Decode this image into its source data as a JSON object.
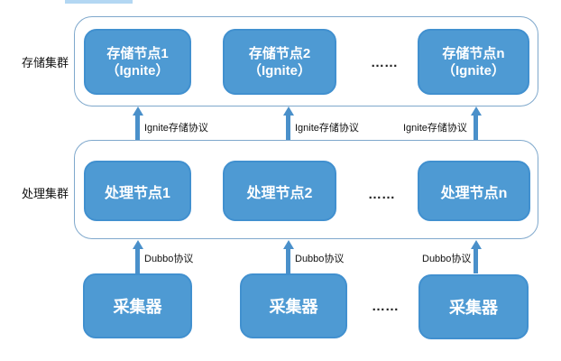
{
  "colors": {
    "node_fill": "#4e9ad3",
    "node_border": "#4190cf",
    "node_text": "#ffffff",
    "cluster_border": "#7fa8cc",
    "arrow": "#4a90ca",
    "label_text": "#111111",
    "strip": "#b3d7f3"
  },
  "storage_cluster": {
    "label": "存储集群",
    "nodes": [
      {
        "line1": "存储节点1",
        "line2": "（Ignite）"
      },
      {
        "line1": "存储节点2",
        "line2": "（Ignite）"
      },
      {
        "line1": "存储节点n",
        "line2": "（Ignite）"
      }
    ],
    "ellipsis": "……"
  },
  "processing_cluster": {
    "label": "处理集群",
    "nodes": [
      {
        "label": "处理节点1"
      },
      {
        "label": "处理节点2"
      },
      {
        "label": "处理节点n"
      }
    ],
    "ellipsis": "……"
  },
  "collectors": {
    "nodes": [
      {
        "label": "采集器"
      },
      {
        "label": "采集器"
      },
      {
        "label": "采集器"
      }
    ],
    "ellipsis": "……"
  },
  "protocol_labels": {
    "storage": [
      "Ignite存储协议",
      "Ignite存储协议",
      "Ignite存储协议"
    ],
    "dubbo": [
      "Dubbo协议",
      "Dubbo协议",
      "Dubbo协议"
    ]
  }
}
